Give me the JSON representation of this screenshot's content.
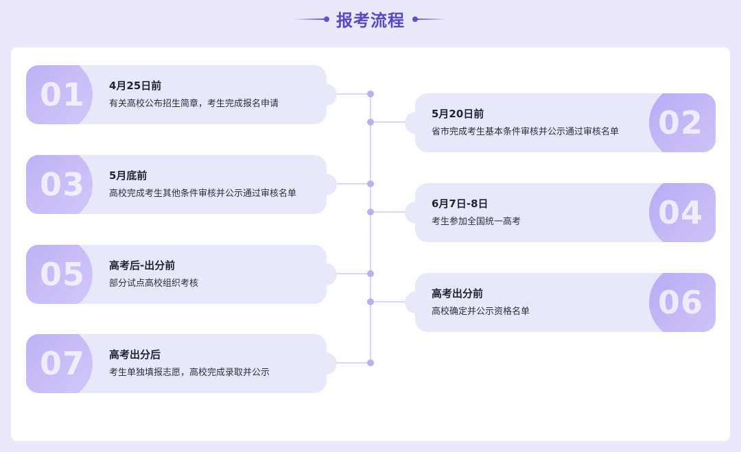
{
  "page": {
    "title": "报考流程",
    "accent_color": "#5747c6",
    "badge_color": "#c9bcf7"
  },
  "steps": [
    {
      "num": "01",
      "date": "4月25日前",
      "desc": "有关高校公布招生简章，考生完成报名申请"
    },
    {
      "num": "02",
      "date": "5月20日前",
      "desc": "省市完成考生基本条件审核并公示通过审核名单"
    },
    {
      "num": "03",
      "date": "5月底前",
      "desc": "高校完成考生其他条件审核并公示通过审核名单"
    },
    {
      "num": "04",
      "date": "6月7日-8日",
      "desc": "考生参加全国统一高考"
    },
    {
      "num": "05",
      "date": "高考后-出分前",
      "desc": "部分试点高校组织考核"
    },
    {
      "num": "06",
      "date": "高考出分前",
      "desc": "高校确定并公示资格名单"
    },
    {
      "num": "07",
      "date": "高考出分后",
      "desc": "考生单独填报志愿，高校完成录取并公示"
    }
  ]
}
